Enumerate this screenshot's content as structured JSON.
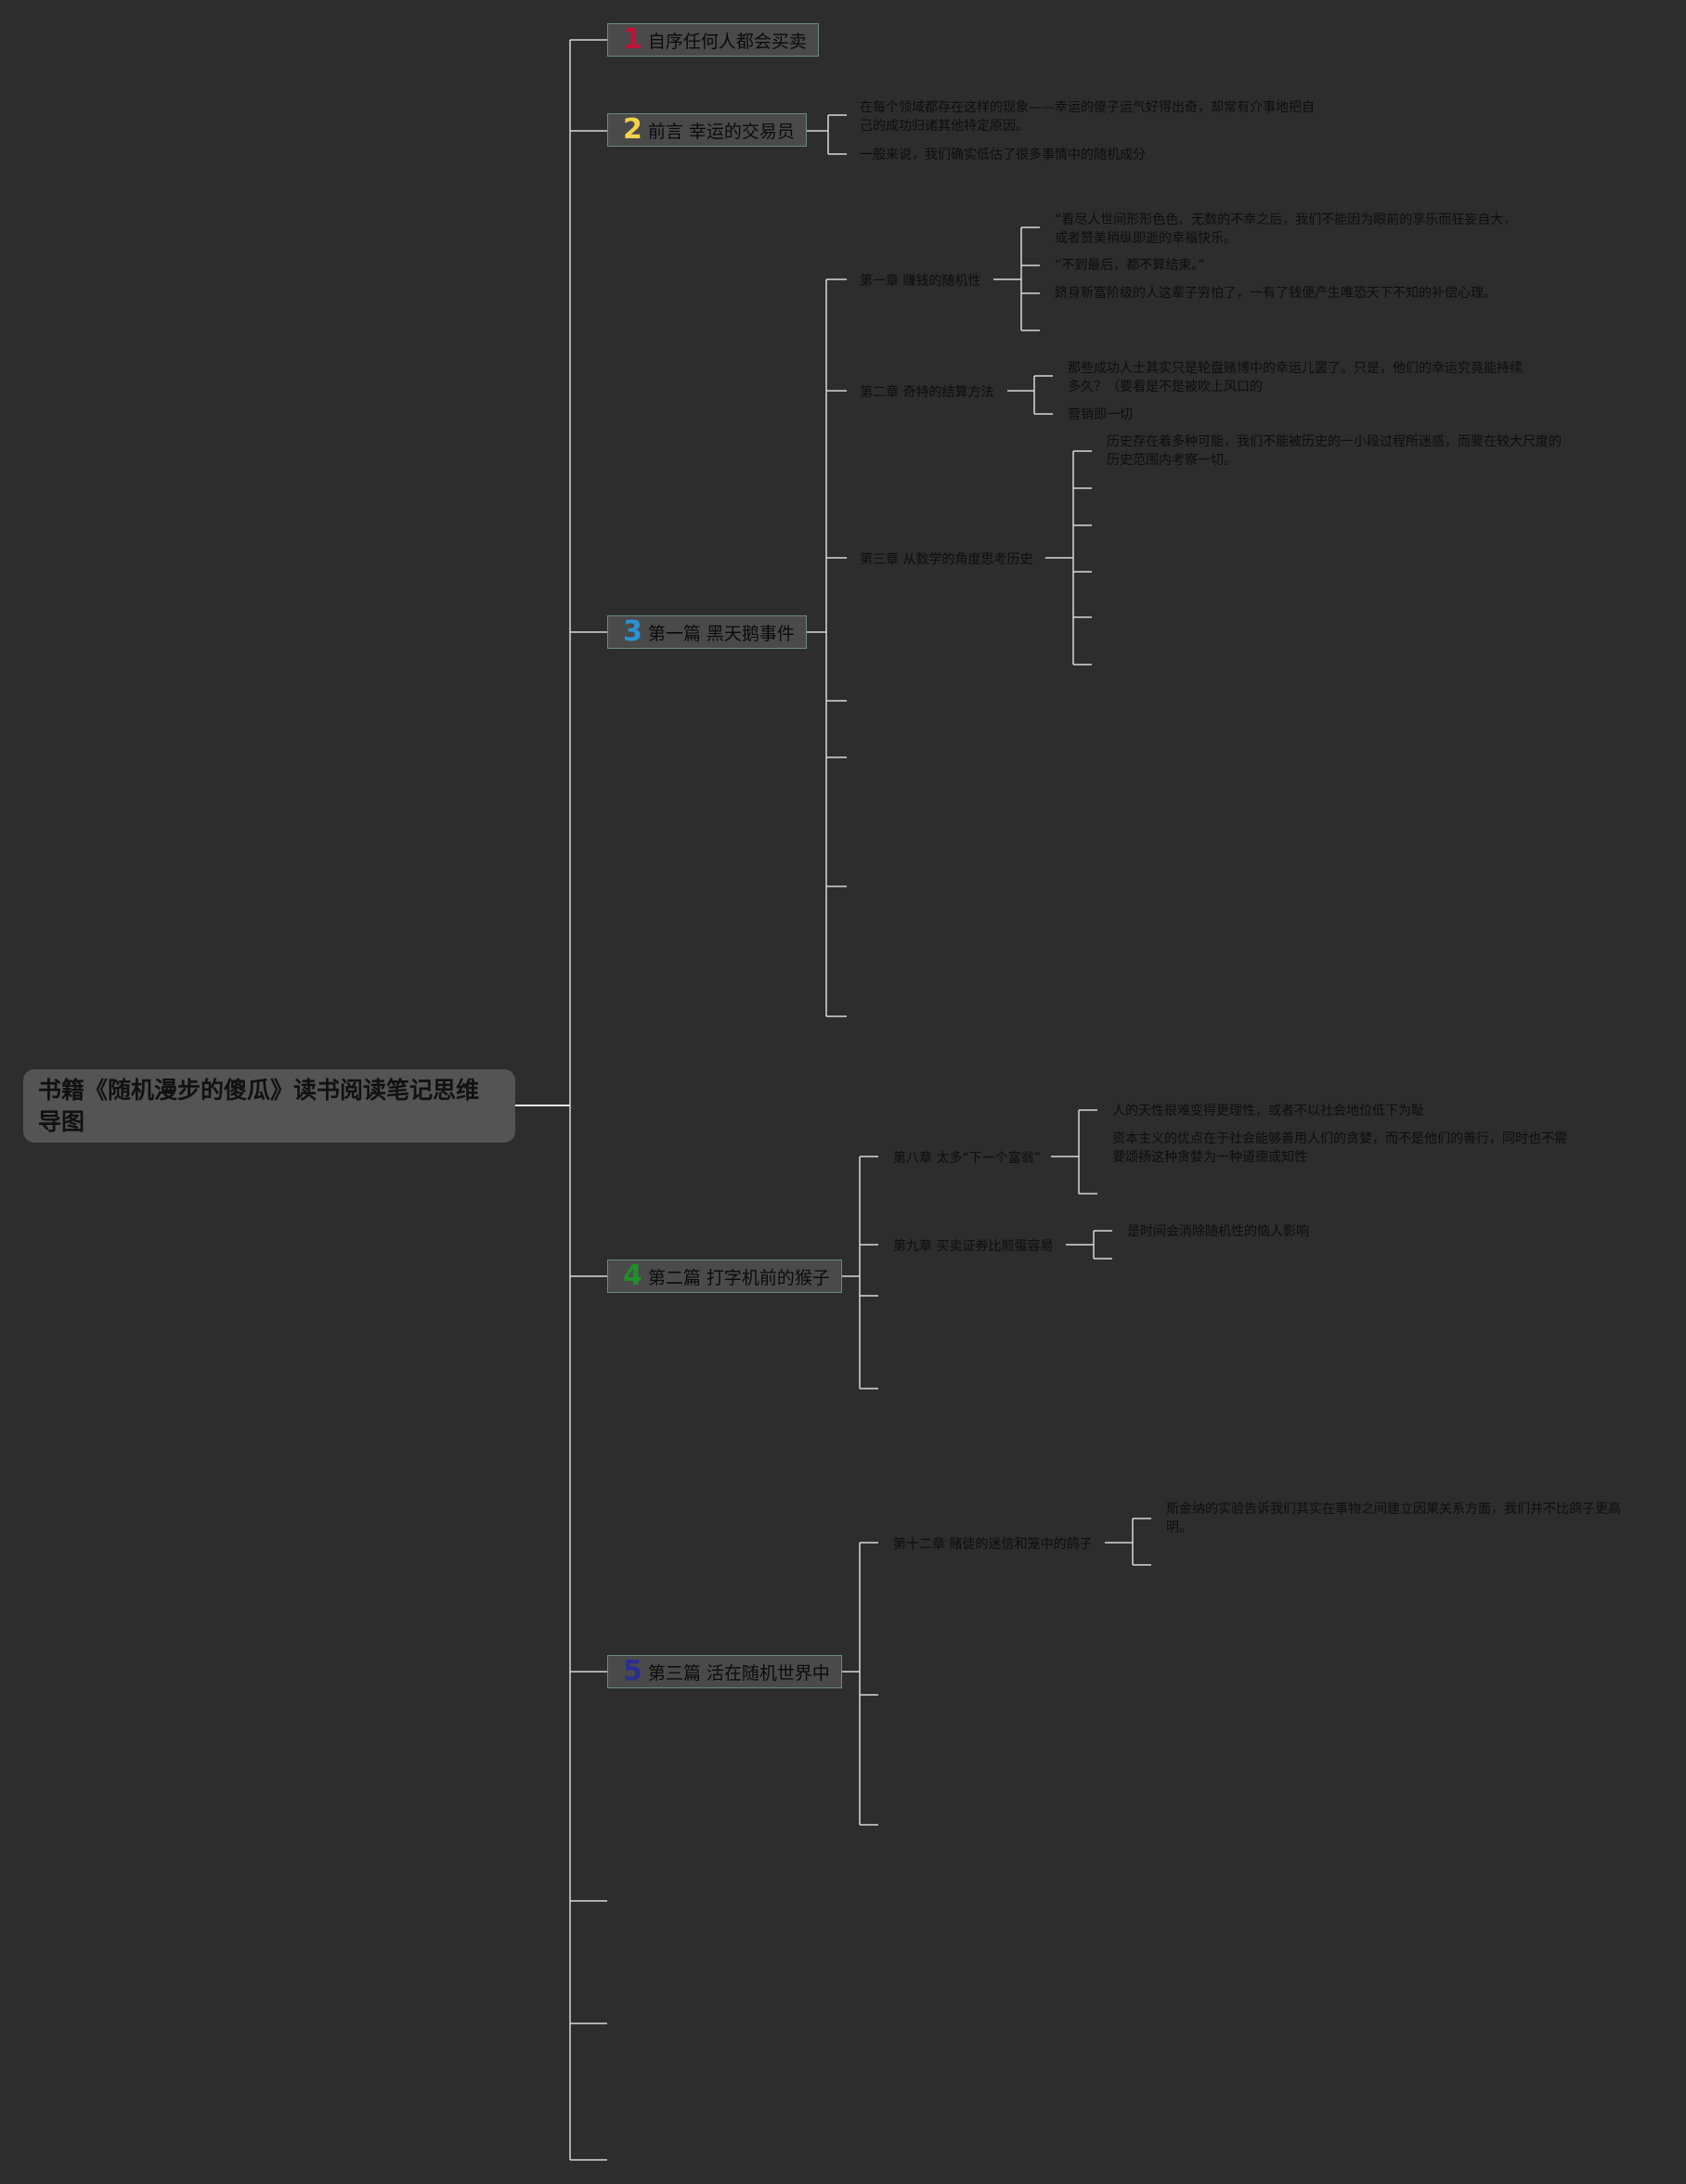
{
  "root": {
    "title": "书籍《随机漫步的傻瓜》读书阅读笔记思维导图"
  },
  "topics": [
    {
      "num": "1",
      "num_color": "#c3123a",
      "label": "自序任何人都会买卖"
    },
    {
      "num": "2",
      "num_color": "#f2d24a",
      "label": "前言 幸运的交易员"
    },
    {
      "num": "3",
      "num_color": "#2a93d5",
      "label": "第一篇 黑天鹅事件"
    },
    {
      "num": "4",
      "num_color": "#1f8f2a",
      "label": "第二篇 打字机前的猴子"
    },
    {
      "num": "5",
      "num_color": "#2a2f8f",
      "label": "第三篇 活在随机世界中"
    }
  ],
  "preface_notes": [
    "在每个领域都存在这样的现象——幸运的傻子运气好得出奇，却常有介事地把自己的成功归诸其他特定原因。",
    "一般来说，我们确实低估了很多事情中的随机成分"
  ],
  "chapters": [
    {
      "label": "第一章 赚钱的随机性"
    },
    {
      "label": "第二章 奇特的结算方法"
    },
    {
      "label": "第三章 从数学的角度思考历史"
    },
    {
      "label": "第八章 太多“下一个富翁”"
    },
    {
      "label": "第九章 买卖证券比煎蛋容易"
    },
    {
      "label": "第十二章 赌徒的迷信和笼中的鸽子"
    }
  ],
  "ch1_notes": [
    "“看尽人世间形形色色、无数的不幸之后，我们不能因为眼前的享乐而狂妄自大，或者赞美稍纵即逝的幸福快乐。",
    "“不到最后，都不算结束。”",
    "跻身新富阶级的人这辈子穷怕了，一有了钱便产生唯恐天下不知的补偿心理。"
  ],
  "ch2_notes": [
    "那些成功人士其实只是轮盘赌博中的幸运儿罢了。只是，他们的幸运究竟能持续多久？（要看是不是被吹上风口的",
    "营销即一切"
  ],
  "ch3_notes": [
    "历史存在着多种可能，我们不能被历史的一小段过程所迷惑，而要在较大尺度的历史范围内考察一切。"
  ],
  "ch8_notes": [
    "人的天性很难变得更理性，或者不以社会地位低下为耻",
    "资本主义的优点在于社会能够善用人们的贪婪，而不是他们的善行，同时也不需要颂扬这种贪婪为一种道德或知性"
  ],
  "ch9_notes": [
    "是时间会消除随机性的恼人影响"
  ],
  "ch12_notes": [
    "斯金纳的实验告诉我们其实在事物之间建立因果关系方面，我们并不比鸽子更高明。"
  ]
}
